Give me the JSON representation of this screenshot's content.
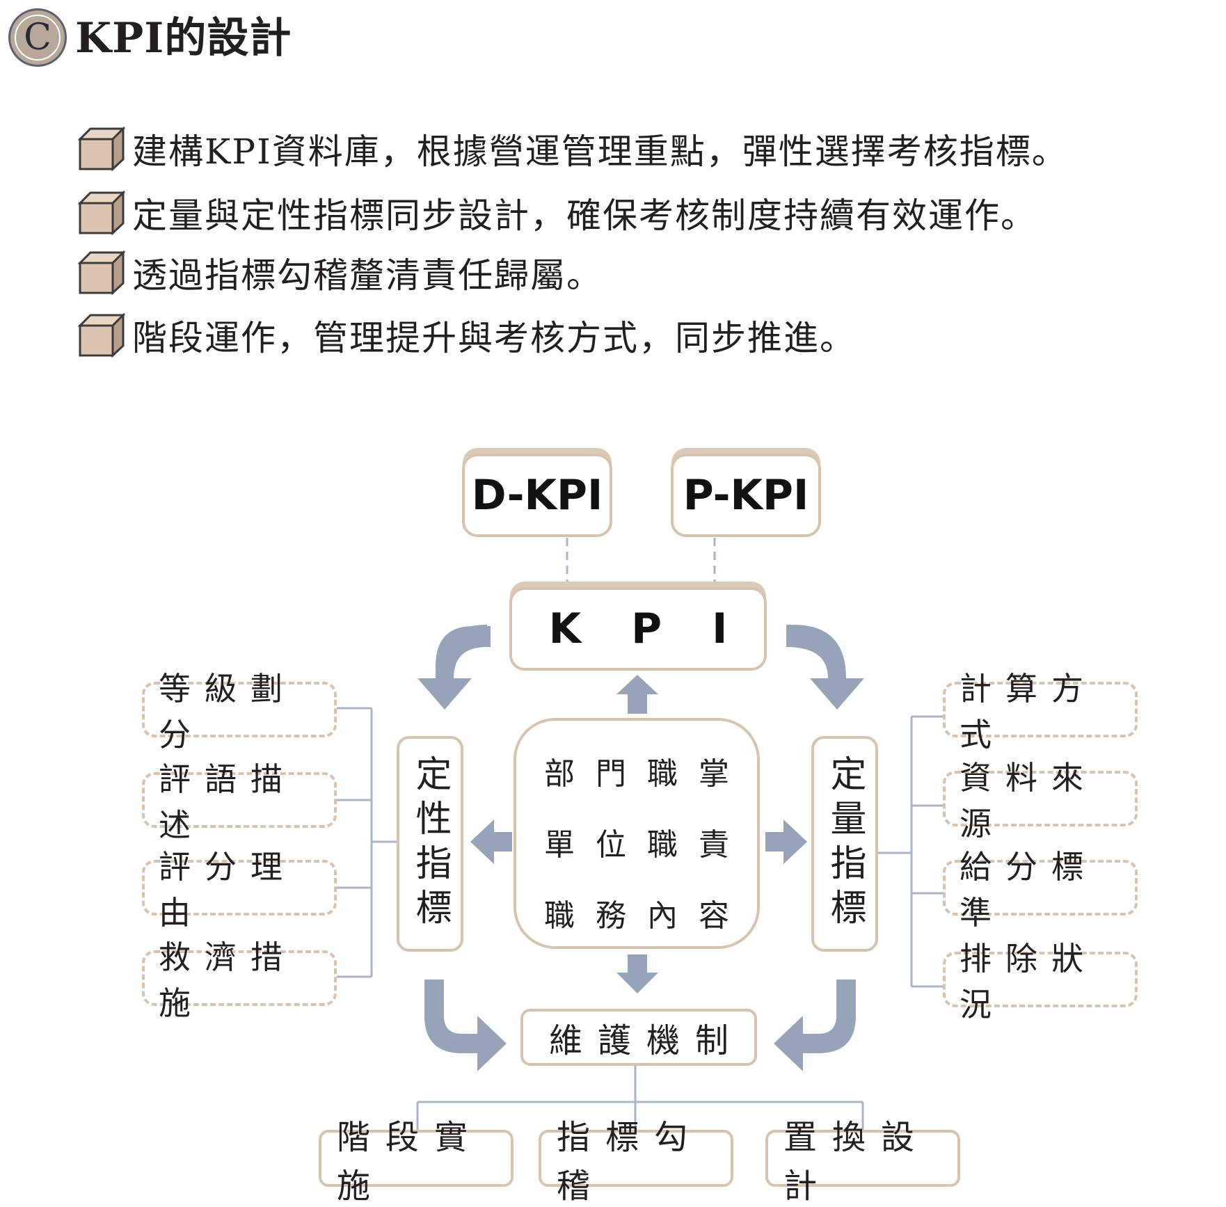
{
  "header": {
    "badge_letter": "C",
    "title": "KPI的設計"
  },
  "bullets": [
    "建構KPI資料庫，根據營運管理重點，彈性選擇考核指標。",
    "定量與定性指標同步設計，確保考核制度持續有效運作。",
    "透過指標勾稽釐清責任歸屬。",
    "階段運作，管理提升與考核方式，同步推進。"
  ],
  "diagram": {
    "top_left": "D-KPI",
    "top_right": "P-KPI",
    "main": "KPI",
    "center_lines": [
      "部門職掌",
      "單位職責",
      "職務內容"
    ],
    "left_vertical": "定性指標",
    "right_vertical": "定量指標",
    "left_items": [
      "等級劃分",
      "評語描述",
      "評分理由",
      "救濟措施"
    ],
    "right_items": [
      "計算方式",
      "資料來源",
      "給分標準",
      "排除狀況"
    ],
    "bottom": "維護機制",
    "bottom_items": [
      "階段實施",
      "指標勾稽",
      "置換設計"
    ]
  },
  "colors": {
    "box_border": "#d8c3ae",
    "arrow": "#96a3b8",
    "connector": "#a8b4c8",
    "cube_face": "#dcc5b0",
    "badge": "#b8a89a"
  }
}
